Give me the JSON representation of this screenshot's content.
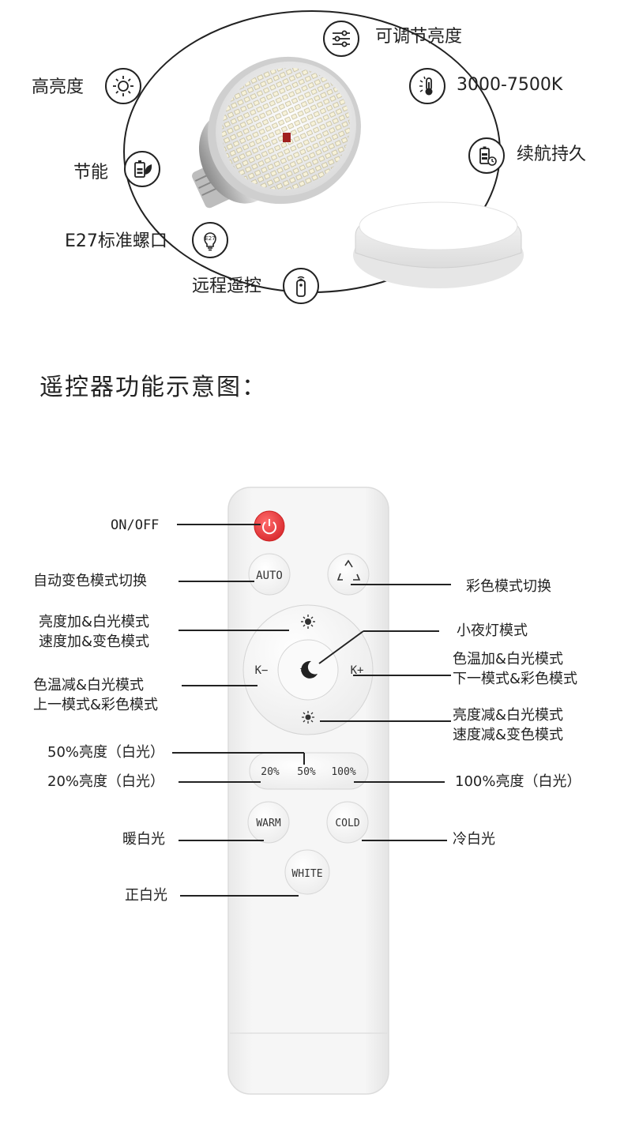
{
  "features": {
    "high_brightness": "高亮度",
    "energy_saving": "节能",
    "e27_base": "E27标准螺口",
    "remote_control": "远程遥控",
    "adjustable_brightness": "可调节亮度",
    "color_temp": "3000-7500K",
    "long_battery": "续航持久",
    "e27_icon_text": "E27"
  },
  "section_title": "遥控器功能示意图：",
  "remote": {
    "buttons": {
      "auto": "AUTO",
      "k_minus": "K−",
      "k_plus": "K+",
      "pct20": "20%",
      "pct50": "50%",
      "pct100": "100%",
      "warm": "WARM",
      "cold": "COLD",
      "white": "WHITE"
    },
    "labels": {
      "on_off": "ON/OFF",
      "auto_switch": "自动变色模式切换",
      "color_mode_switch": "彩色模式切换",
      "bright_up_1": "亮度加&白光模式",
      "bright_up_2": "速度加&变色模式",
      "night_light": "小夜灯模式",
      "ct_up_1": "色温加&白光模式",
      "ct_up_2": "下一模式&彩色模式",
      "ct_down_1": "色温减&白光模式",
      "ct_down_2": "上一模式&彩色模式",
      "bright_down_1": "亮度减&白光模式",
      "bright_down_2": "速度减&变色模式",
      "pct50_label": "50%亮度（白光）",
      "pct20_label": "20%亮度（白光）",
      "pct100_label": "100%亮度（白光）",
      "warm_label": "暖白光",
      "cold_label": "冷白光",
      "white_label": "正白光"
    }
  },
  "colors": {
    "power_button": "#e8383d",
    "remote_body": "#f2f2f2",
    "line": "#222222"
  }
}
